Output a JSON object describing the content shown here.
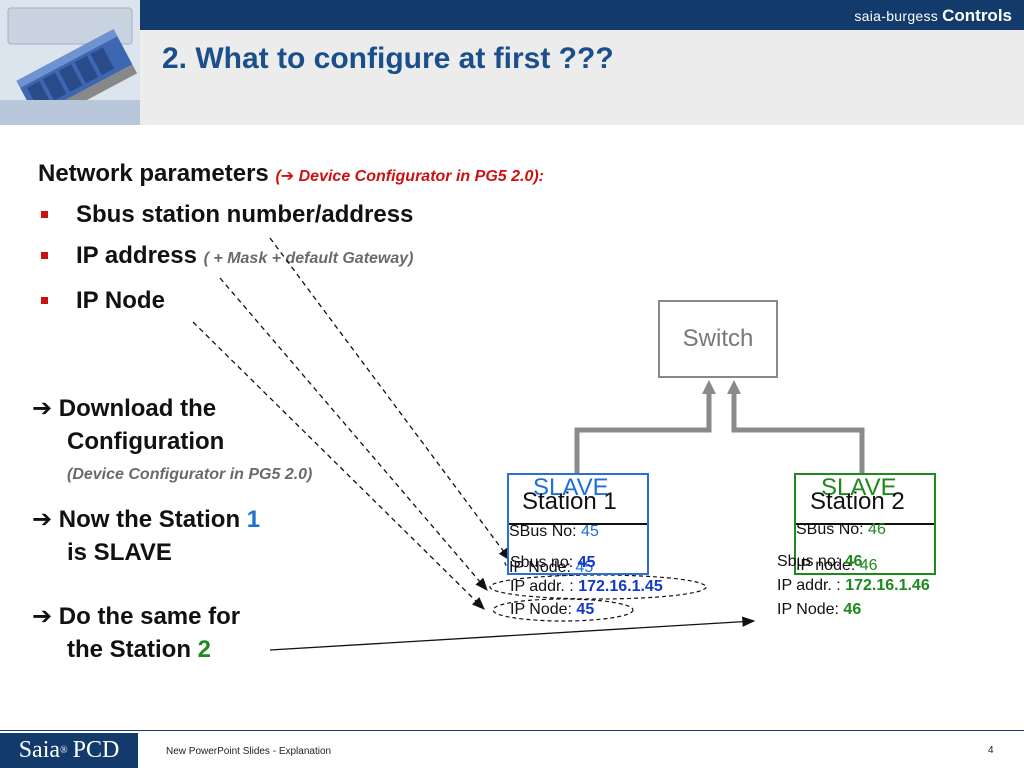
{
  "header": {
    "brand_small": "saia-burgess",
    "brand_big": "Controls",
    "title": "2. What to configure at first ???"
  },
  "body": {
    "network_label": "Network parameters",
    "network_note": "(➔ Device Configurator in PG5 2.0):",
    "bullets": [
      {
        "text": "Sbus station number/address",
        "note": ""
      },
      {
        "text": "IP address",
        "note": "( + Mask + default Gateway)"
      },
      {
        "text": "IP Node",
        "note": ""
      }
    ],
    "steps": {
      "download_line1": "➔ Download the",
      "download_line2": "Configuration",
      "download_note": "(Device Configurator in PG5 2.0)",
      "slave_line1_prefix": "➔ Now the Station",
      "slave_line1_num": "1",
      "slave_line2": "is SLAVE",
      "same_line1": "➔ Do the same for",
      "same_line2_prefix": "the Station",
      "same_line2_num": "2"
    }
  },
  "diagram": {
    "switch_label": "Switch",
    "station1": {
      "slave": "SLAVE",
      "name": "Station 1",
      "sbus_label": "SBus No:",
      "sbus_value": "45",
      "ipnode_label": "IP Node:",
      "ipnode_value": "45",
      "details": {
        "sbus_label": "Sbus no:",
        "sbus_value": "45",
        "ipaddr_label": "IP addr. :",
        "ipaddr_value": "172.16.1.45",
        "ipnode_label": "IP Node:",
        "ipnode_value": "45"
      }
    },
    "station2": {
      "slave": "SLAVE",
      "name": "Station 2",
      "sbus_label": "SBus No:",
      "sbus_value": "46",
      "ipnode_label": "IP node:",
      "ipnode_value": "46",
      "details": {
        "sbus_label": "Sbus no:",
        "sbus_value": "46",
        "ipaddr_label": "IP addr. :",
        "ipaddr_value": "172.16.1.46",
        "ipnode_label": "IP Node:",
        "ipnode_value": "46"
      }
    }
  },
  "footer": {
    "logo_left": "Saia",
    "logo_reg": "®",
    "logo_right": "PCD",
    "text": "New PowerPoint Slides - Explanation",
    "page": "4"
  },
  "colors": {
    "header_navy": "#123a6b",
    "title_blue": "#1a4f8b",
    "accent_red": "#cc1111",
    "station1_blue": "#2a6fd6",
    "station2_green": "#1e8a1e"
  }
}
